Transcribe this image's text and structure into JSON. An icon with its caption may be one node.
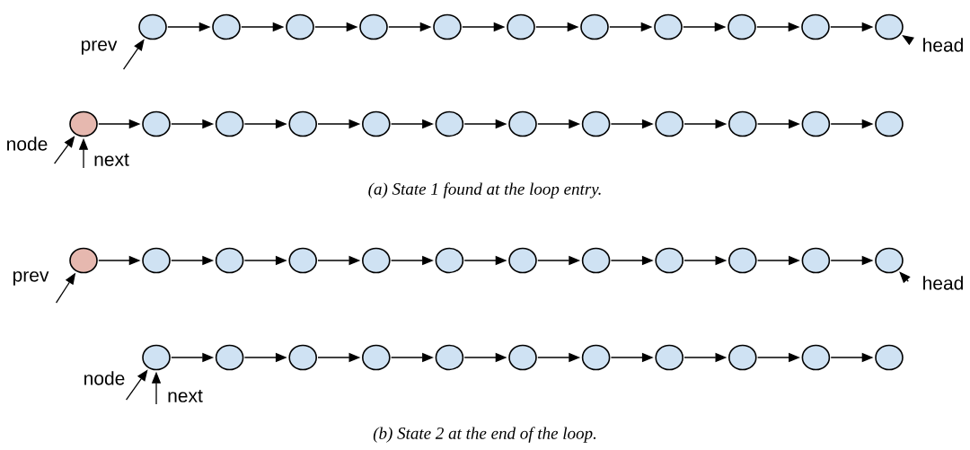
{
  "diagram": {
    "nodes": [
      {
        "text": [],
        "shape": "circle"
      },
      {
        "text": [],
        "shape": "circle"
      },
      {
        "text": [],
        "shape": "circle"
      },
      {
        "text": [],
        "shape": "circle"
      },
      {
        "text": [],
        "shape": "circle"
      },
      {
        "text": [],
        "shape": "circle"
      },
      {
        "text": [],
        "shape": "circle"
      },
      {
        "text": [],
        "shape": "circle"
      },
      {
        "text": [],
        "shape": "circle"
      },
      {
        "text": [],
        "shape": "circle"
      },
      {
        "text": [],
        "shape": "circle"
      },
      {
        "text": [
          "prev"
        ]
      },
      {
        "text": [
          "head"
        ]
      },
      {
        "text": [],
        "shape": "circle"
      },
      {
        "text": [],
        "shape": "circle"
      },
      {
        "text": [],
        "shape": "circle"
      },
      {
        "text": [],
        "shape": "circle"
      },
      {
        "text": [],
        "shape": "circle"
      },
      {
        "text": [],
        "shape": "circle"
      },
      {
        "text": [],
        "shape": "circle"
      },
      {
        "text": [],
        "shape": "circle"
      },
      {
        "text": [],
        "shape": "circle"
      },
      {
        "text": [],
        "shape": "circle"
      },
      {
        "text": [],
        "shape": "circle"
      },
      {
        "text": [],
        "shape": "circle"
      },
      {
        "text": [
          "node"
        ]
      },
      {
        "text": [
          "next"
        ]
      },
      {
        "text": [],
        "shape": "circle"
      },
      {
        "text": [],
        "shape": "circle"
      },
      {
        "text": [],
        "shape": "circle"
      },
      {
        "text": [],
        "shape": "circle"
      },
      {
        "text": [],
        "shape": "circle"
      },
      {
        "text": [],
        "shape": "circle"
      },
      {
        "text": [],
        "shape": "circle"
      },
      {
        "text": [],
        "shape": "circle"
      },
      {
        "text": [],
        "shape": "circle"
      },
      {
        "text": [],
        "shape": "circle"
      },
      {
        "text": [],
        "shape": "circle"
      },
      {
        "text": [],
        "shape": "circle"
      },
      {
        "text": [
          "prev"
        ]
      },
      {
        "text": [
          "head"
        ]
      },
      {
        "text": [],
        "shape": "circle"
      },
      {
        "text": [],
        "shape": "circle"
      },
      {
        "text": [],
        "shape": "circle"
      },
      {
        "text": [],
        "shape": "circle"
      },
      {
        "text": [],
        "shape": "circle"
      },
      {
        "text": [],
        "shape": "circle"
      },
      {
        "text": [],
        "shape": "circle"
      },
      {
        "text": [],
        "shape": "circle"
      },
      {
        "text": [],
        "shape": "circle"
      },
      {
        "text": [],
        "shape": "circle"
      },
      {
        "text": [],
        "shape": "circle"
      },
      {
        "text": [
          "node"
        ]
      },
      {
        "text": [
          "next"
        ]
      }
    ],
    "edges": [
      {
        "from": 0,
        "to": 1,
        "arrow": "to"
      },
      {
        "from": 1,
        "to": 2,
        "arrow": "to"
      },
      {
        "from": 2,
        "to": 3,
        "arrow": "to"
      },
      {
        "from": 3,
        "to": 4,
        "arrow": "to"
      },
      {
        "from": 4,
        "to": 5,
        "arrow": "to"
      },
      {
        "from": 5,
        "to": 6,
        "arrow": "to"
      },
      {
        "from": 6,
        "to": 7,
        "arrow": "to"
      },
      {
        "from": 7,
        "to": 8,
        "arrow": "to"
      },
      {
        "from": 8,
        "to": 9,
        "arrow": "to"
      },
      {
        "from": 9,
        "to": 10,
        "arrow": "to"
      },
      {
        "from": 11,
        "to": 0,
        "arrow": "to"
      },
      {
        "from": 12,
        "to": 10,
        "arrow": "to"
      },
      {
        "from": 13,
        "to": 14,
        "arrow": "to"
      },
      {
        "from": 14,
        "to": 15,
        "arrow": "to"
      },
      {
        "from": 15,
        "to": 16,
        "arrow": "to"
      },
      {
        "from": 16,
        "to": 17,
        "arrow": "to"
      },
      {
        "from": 17,
        "to": 18,
        "arrow": "to"
      },
      {
        "from": 18,
        "to": 19,
        "arrow": "to"
      },
      {
        "from": 19,
        "to": 20,
        "arrow": "to"
      },
      {
        "from": 20,
        "to": 21,
        "arrow": "to"
      },
      {
        "from": 21,
        "to": 22,
        "arrow": "to"
      },
      {
        "from": 22,
        "to": 23,
        "arrow": "to"
      },
      {
        "from": 23,
        "to": 24,
        "arrow": "to"
      },
      {
        "from": 25,
        "to": 13,
        "arrow": "to"
      },
      {
        "from": 26,
        "to": 13,
        "arrow": "to"
      },
      {
        "from": 27,
        "to": 28,
        "arrow": "to"
      },
      {
        "from": 28,
        "to": 29,
        "arrow": "to"
      },
      {
        "from": 29,
        "to": 30,
        "arrow": "to"
      },
      {
        "from": 30,
        "to": 31,
        "arrow": "to"
      },
      {
        "from": 31,
        "to": 32,
        "arrow": "to"
      },
      {
        "from": 32,
        "to": 33,
        "arrow": "to"
      },
      {
        "from": 33,
        "to": 34,
        "arrow": "to"
      },
      {
        "from": 34,
        "to": 35,
        "arrow": "to"
      },
      {
        "from": 35,
        "to": 36,
        "arrow": "to"
      },
      {
        "from": 36,
        "to": 37,
        "arrow": "to"
      },
      {
        "from": 37,
        "to": 38,
        "arrow": "to"
      },
      {
        "from": 39,
        "to": 27,
        "arrow": "to"
      },
      {
        "from": 40,
        "to": 38,
        "arrow": "to"
      },
      {
        "from": 41,
        "to": 42,
        "arrow": "to"
      },
      {
        "from": 42,
        "to": 43,
        "arrow": "to"
      },
      {
        "from": 43,
        "to": 44,
        "arrow": "to"
      },
      {
        "from": 44,
        "to": 45,
        "arrow": "to"
      },
      {
        "from": 45,
        "to": 46,
        "arrow": "to"
      },
      {
        "from": 46,
        "to": 47,
        "arrow": "to"
      },
      {
        "from": 47,
        "to": 48,
        "arrow": "to"
      },
      {
        "from": 48,
        "to": 49,
        "arrow": "to"
      },
      {
        "from": 49,
        "to": 50,
        "arrow": "to"
      },
      {
        "from": 50,
        "to": 51,
        "arrow": "to"
      },
      {
        "from": 52,
        "to": 41,
        "arrow": "to"
      },
      {
        "from": 53,
        "to": 41,
        "arrow": "to"
      }
    ],
    "labels": [
      "(a) State 1 found at the loop entry.",
      "(b) State 2 at the end of the loop."
    ]
  }
}
